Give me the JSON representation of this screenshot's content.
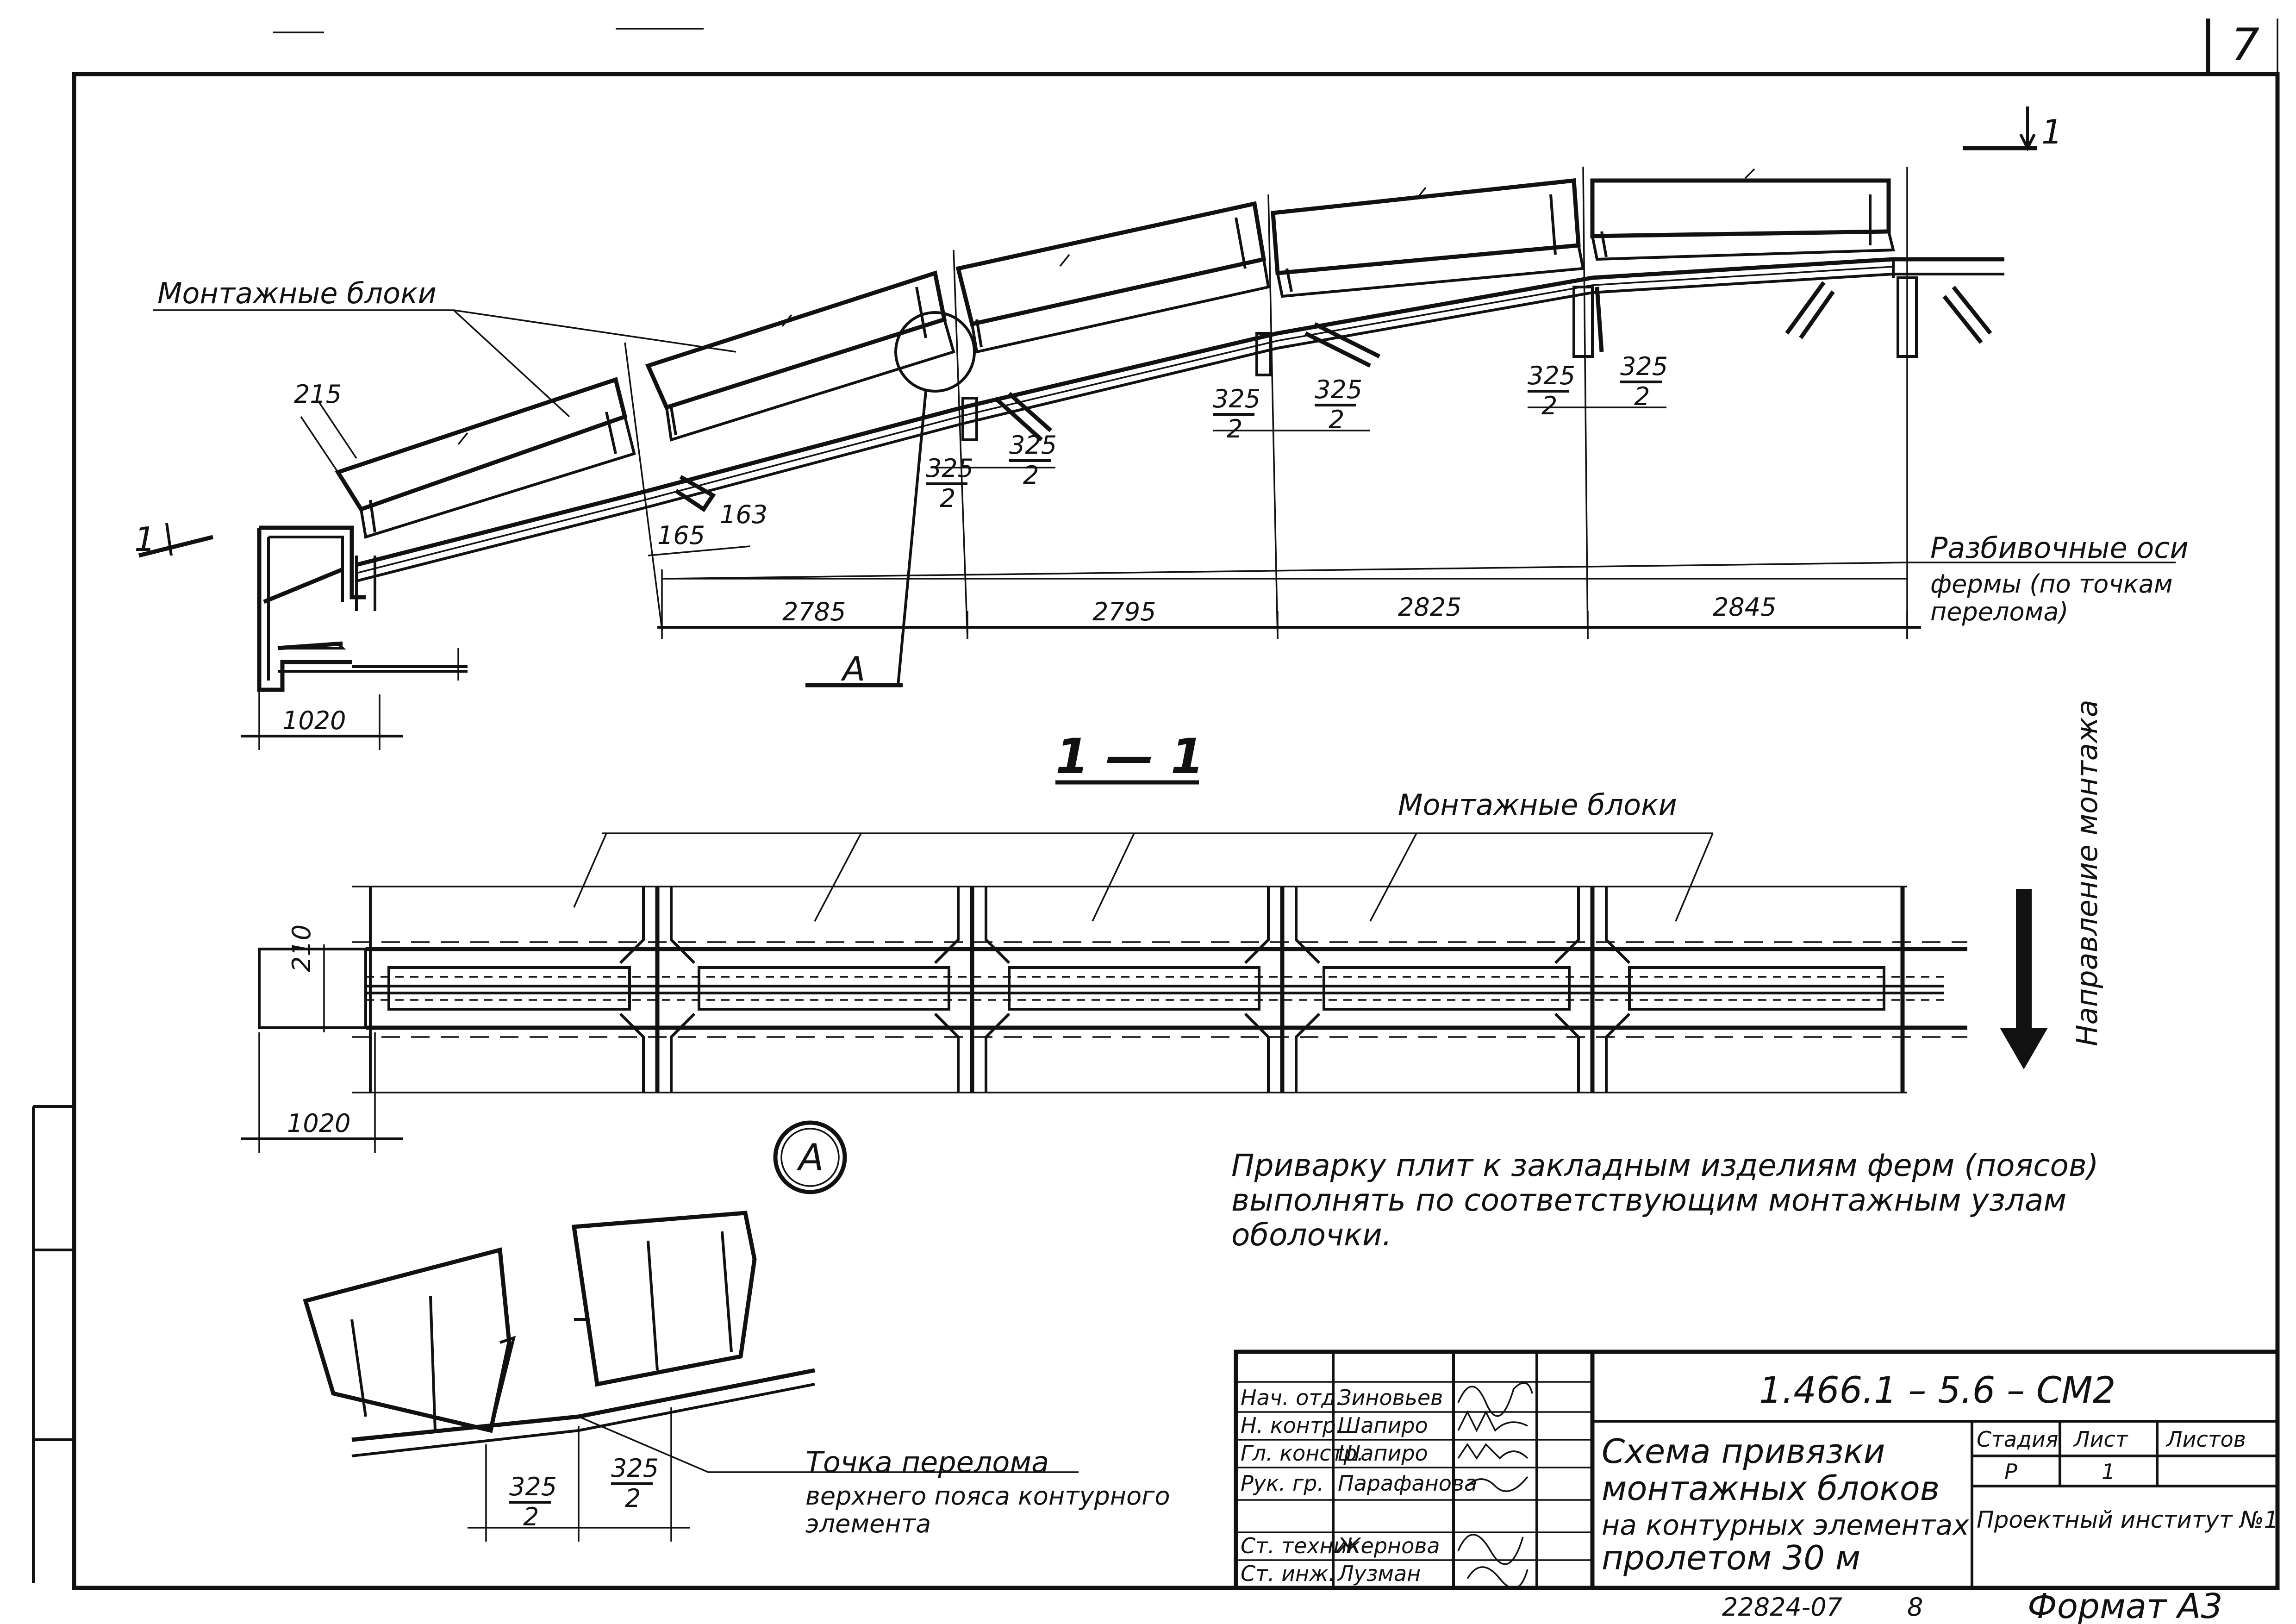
{
  "sheet": {
    "page_number": "7",
    "section_marker": "1",
    "section_title": "1 — 1",
    "detail_label": "A",
    "callout_letter": "A"
  },
  "labels": {
    "montage_blocks_top": "Монтажные блоки",
    "montage_blocks_section": "Монтажные блоки",
    "axes_label_line1": "Разбивочные оси",
    "axes_label_line2": "фермы (по точкам",
    "axes_label_line3": "перелома)",
    "montage_direction": "Направление монтажа",
    "break_point_title": "Точка перелома",
    "break_point_line2": "верхнего пояса контурного",
    "break_point_line3": "элемента"
  },
  "dimensions": {
    "top_215": "215",
    "top_165": "165",
    "top_163": "163",
    "span1": "2785",
    "span2": "2795",
    "span3": "2825",
    "span4": "2845",
    "left_1020": "1020",
    "section_1020": "1020",
    "frac_num": "325",
    "frac_den": "2",
    "section_h": "210"
  },
  "note": {
    "line1": "Приварку плит к закладным изделиям ферм (поясов)",
    "line2": "выполнять по соответствующим монтажным узлам",
    "line3": "оболочки."
  },
  "title_block": {
    "designation": "1.466.1 – 5.6 – СМ2",
    "title_line1": "Схема привязки",
    "title_line2": "монтажных блоков",
    "title_line3": "на контурных элементах",
    "title_line4": "пролетом 30 м",
    "stage_header": "Стадия",
    "sheet_header": "Лист",
    "sheets_header": "Листов",
    "stage_value": "Р",
    "sheet_value": "1",
    "sheets_value": "",
    "organization": "Проектный институт №1",
    "roles": [
      {
        "role": "Нач. отд.",
        "name": "Зиновьев"
      },
      {
        "role": "Н. контр.",
        "name": "Шапиро"
      },
      {
        "role": "Гл. констр.",
        "name": "Шапиро"
      },
      {
        "role": "Рук. гр.",
        "name": "Парафанова"
      },
      {
        "role": "",
        "name": ""
      },
      {
        "role": "Ст. техник",
        "name": "Жернова"
      },
      {
        "role": "Ст. инж.",
        "name": "Лузман"
      }
    ]
  },
  "footer": {
    "inventory": "22824-07",
    "copy": "8",
    "format": "Формат А3"
  }
}
